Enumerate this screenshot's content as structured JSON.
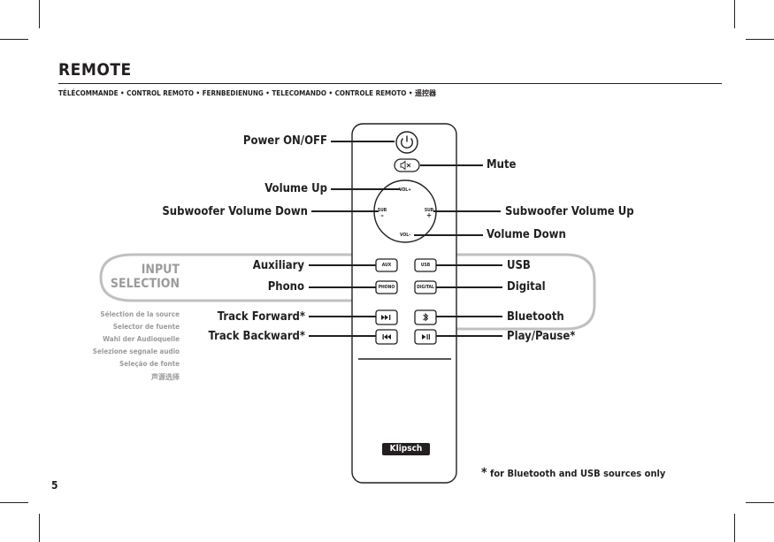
{
  "page": {
    "number": "5",
    "title": "REMOTE",
    "subtitle": "TÉLÉCOMMANDE • CONTROL REMOTO • FERNBEDIENUNG • TELECOMANDO • CONTROLE REMOTO • 遥控器"
  },
  "callouts": {
    "power": "Power ON/OFF",
    "mute": "Mute",
    "volume_up": "Volume Up",
    "sub_vol_down": "Subwoofer Volume Down",
    "sub_vol_up": "Subwoofer Volume Up",
    "volume_down": "Volume Down",
    "auxiliary": "Auxiliary",
    "phono": "Phono",
    "usb": "USB",
    "digital": "Digital",
    "track_forward": "Track Forward*",
    "track_backward": "Track Backward*",
    "bluetooth": "Bluetooth",
    "play_pause": "Play/Pause*"
  },
  "input_selection": {
    "title_line1": "INPUT",
    "title_line2": "SELECTION",
    "translations": [
      "Sélection de la source",
      "Selector de fuente",
      "Wahl der Audioquelle",
      "Selezione segnale audio",
      "Seleção de fonte",
      "声源选择"
    ]
  },
  "remote": {
    "brand": "Klipsch",
    "buttons": {
      "vol_up": "VOL+",
      "vol_down": "VOL-",
      "sub_left": "SUB",
      "sub_left_sign": "–",
      "sub_right": "SUB",
      "sub_right_sign": "+",
      "aux": "AUX",
      "phono": "PHONO",
      "usb": "USB",
      "digital": "DIGITAL"
    }
  },
  "footnote": {
    "star": "*",
    "text": " for Bluetooth and USB sources only"
  },
  "colors": {
    "ink": "#231f20",
    "grey_text": "#9a9b9d",
    "selection_outline": "#bfc0c2"
  }
}
